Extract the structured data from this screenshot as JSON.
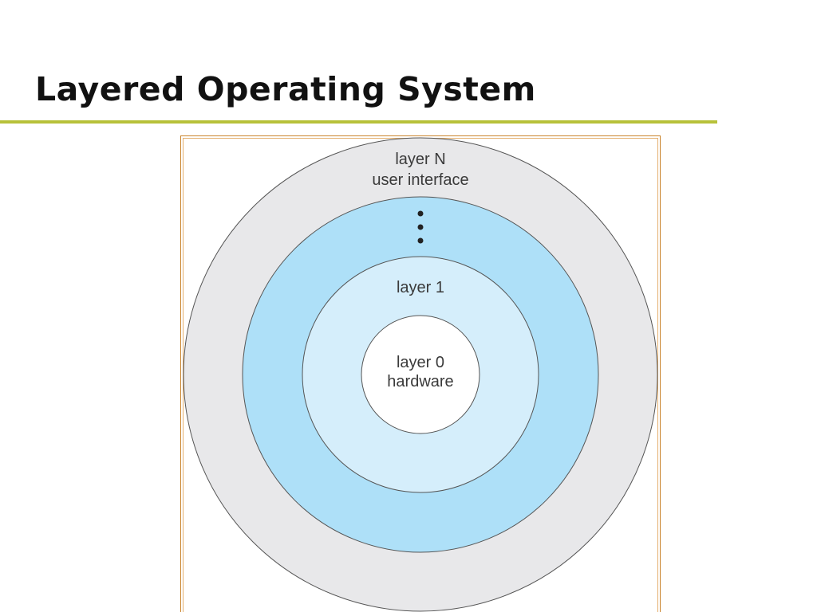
{
  "slide": {
    "title": "Layered Operating System"
  },
  "colors": {
    "accent_rule": "#b7c13a",
    "frame_border": "#c9842c",
    "outer_ring": "#e8e8ea",
    "middle_ring": "#aee0f8",
    "inner_ring": "#d5eefb",
    "core": "#ffffff"
  },
  "diagram": {
    "layers": [
      {
        "name": "layer N",
        "description": "user interface"
      },
      {
        "name": "layer 1"
      },
      {
        "name": "layer 0",
        "description": "hardware"
      }
    ],
    "ellipsis_icon": "vertical-ellipsis"
  }
}
